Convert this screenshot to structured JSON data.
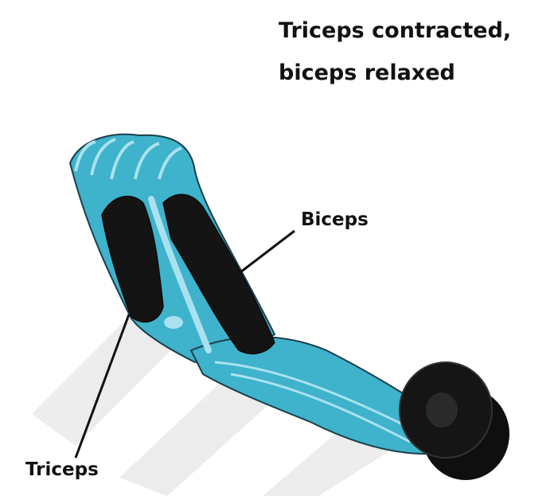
{
  "title": {
    "line1": "Triceps contracted,",
    "line2": "biceps relaxed"
  },
  "labels": {
    "biceps": "Biceps",
    "triceps": "Triceps"
  },
  "colors": {
    "skin_cyan": "#3fb2cc",
    "skin_light": "#a9e2ee",
    "muscle_dark": "#141414",
    "outline": "#1b3f4a",
    "watermark": "#e6e6e6",
    "label_text": "#111111"
  }
}
